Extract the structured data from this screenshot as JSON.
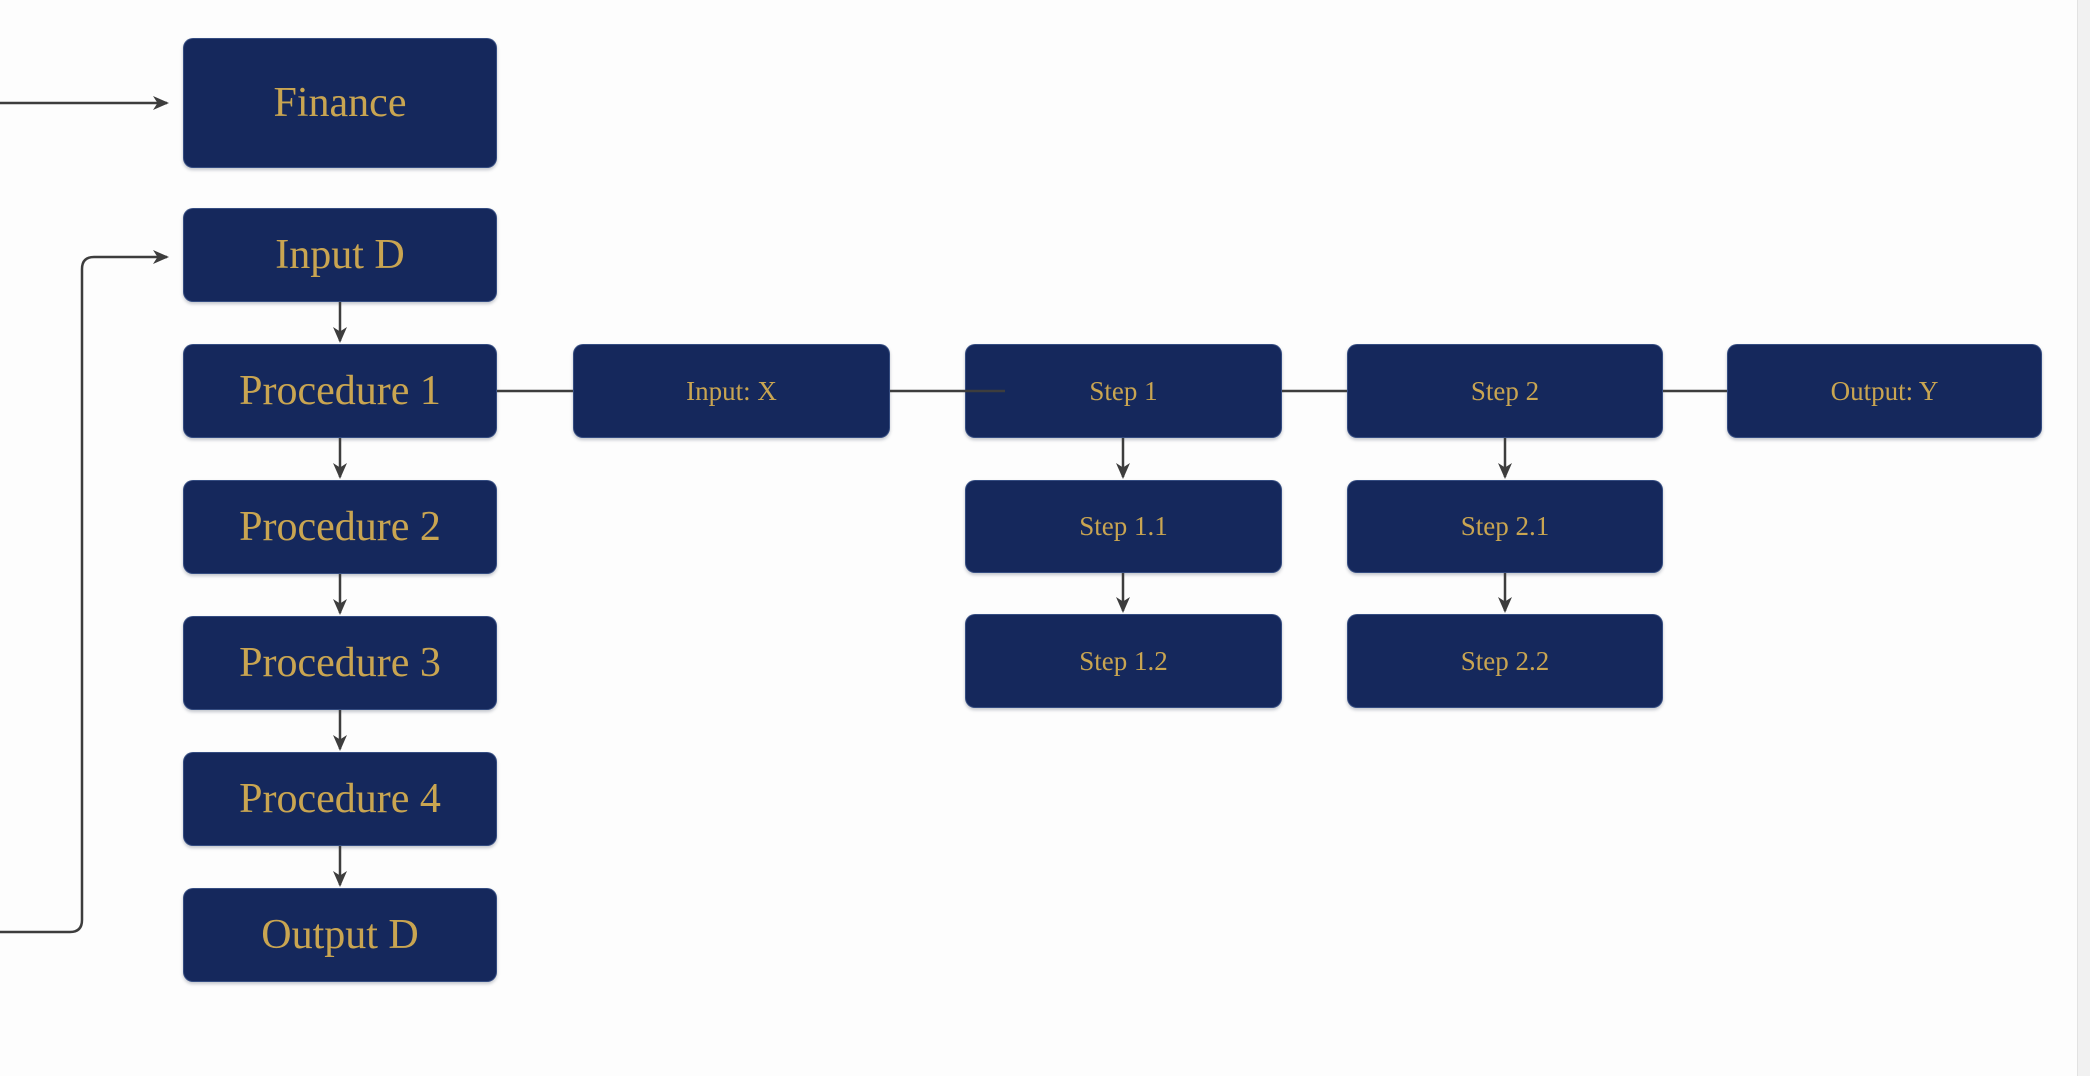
{
  "canvas": {
    "background_color": "#fdfdfd",
    "node_fill_color": "#15285c",
    "node_text_color": "#c9a551",
    "connector_color": "#3d3d3d",
    "scrollbar_track_color": "#f1f1f1"
  },
  "nodes": [
    {
      "id": "finance",
      "label": "Finance"
    },
    {
      "id": "input-d",
      "label": "Input D"
    },
    {
      "id": "procedure-1",
      "label": "Procedure 1"
    },
    {
      "id": "procedure-2",
      "label": "Procedure 2"
    },
    {
      "id": "procedure-3",
      "label": "Procedure 3"
    },
    {
      "id": "procedure-4",
      "label": "Procedure 4"
    },
    {
      "id": "output-d",
      "label": "Output D"
    },
    {
      "id": "input-x",
      "label": "Input: X"
    },
    {
      "id": "step-1",
      "label": "Step 1"
    },
    {
      "id": "step-1-1",
      "label": "Step 1.1"
    },
    {
      "id": "step-1-2",
      "label": "Step 1.2"
    },
    {
      "id": "step-2",
      "label": "Step 2"
    },
    {
      "id": "step-2-1",
      "label": "Step 2.1"
    },
    {
      "id": "step-2-2",
      "label": "Step 2.2"
    },
    {
      "id": "output-y",
      "label": "Output: Y"
    }
  ],
  "edges": [
    {
      "from": "offscreen-left",
      "to": "finance",
      "style": "arrow"
    },
    {
      "from": "offscreen-left-loop",
      "to": "input-d",
      "style": "arrow"
    },
    {
      "from": "input-d",
      "to": "procedure-1",
      "style": "arrow"
    },
    {
      "from": "procedure-1",
      "to": "procedure-2",
      "style": "arrow"
    },
    {
      "from": "procedure-2",
      "to": "procedure-3",
      "style": "arrow"
    },
    {
      "from": "procedure-3",
      "to": "procedure-4",
      "style": "arrow"
    },
    {
      "from": "procedure-4",
      "to": "output-d",
      "style": "arrow"
    },
    {
      "from": "procedure-1",
      "to": "input-x",
      "style": "line"
    },
    {
      "from": "input-x",
      "to": "step-1",
      "style": "line"
    },
    {
      "from": "step-1",
      "to": "step-2",
      "style": "line"
    },
    {
      "from": "step-2",
      "to": "output-y",
      "style": "line"
    },
    {
      "from": "step-1",
      "to": "step-1-1",
      "style": "arrow"
    },
    {
      "from": "step-1-1",
      "to": "step-1-2",
      "style": "arrow"
    },
    {
      "from": "step-2",
      "to": "step-2-1",
      "style": "arrow"
    },
    {
      "from": "step-2-1",
      "to": "step-2-2",
      "style": "arrow"
    }
  ]
}
